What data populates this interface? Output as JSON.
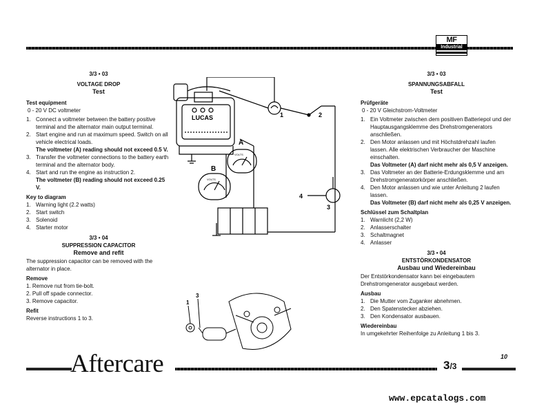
{
  "brand": {
    "logo_line1": "MF",
    "logo_line2": "Industrial"
  },
  "left": {
    "section": "3/3 • 03",
    "title": "VOLTAGE DROP",
    "subtitle": "Test",
    "equip_head": "Test equipment",
    "equip": "0 - 20 V DC voltmeter",
    "steps": [
      {
        "n": "1.",
        "t": "Connect a voltmeter between the battery positive terminal and the alternator main output terminal."
      },
      {
        "n": "2.",
        "t": "Start engine and run at maximum speed. Switch on all vehicle electrical loads."
      },
      {
        "n": "",
        "t": "The voltmeter (A) reading should not exceed 0.5 V.",
        "bold": true
      },
      {
        "n": "3.",
        "t": "Transfer the voltmeter connections to the battery earth terminal and the alternator body."
      },
      {
        "n": "4.",
        "t": "Start and run the engine as instruction 2."
      },
      {
        "n": "",
        "t": "The voltmeter (B) reading should not exceed  0.25 V.",
        "bold": true
      }
    ],
    "key_head": "Key to diagram",
    "key": [
      {
        "n": "1.",
        "t": "Warning light (2.2 watts)"
      },
      {
        "n": "2.",
        "t": "Start switch"
      },
      {
        "n": "3.",
        "t": "Solenoid"
      },
      {
        "n": "4.",
        "t": "Starter motor"
      }
    ],
    "section2": "3/3 • 04",
    "title2": "SUPPRESSION CAPACITOR",
    "subtitle2": "Remove and refit",
    "intro2": "The suppression capacitor can be removed with the alternator in place.",
    "remove_head": "Remove",
    "remove": [
      "1. Remove nut from tie-bolt.",
      "2. Pull off spade connector.",
      "3. Remove capacitor."
    ],
    "refit_head": "Refit",
    "refit": "Reverse instructions 1 to 3."
  },
  "right": {
    "section": "3/3 • 03",
    "title": "SPANNUNGSABFALL",
    "subtitle": "Test",
    "equip_head": "Prüfgeräte",
    "equip": "0 - 20 V Gleichstrom-Voltmeter",
    "steps": [
      {
        "n": "1.",
        "t": "Ein Voltmeter zwischen dem positiven Batteriepol und der Hauptausgangsklemme des Drehstromgenerators anschließen."
      },
      {
        "n": "2.",
        "t": "Den Motor anlassen und mit Höchstdrehzahl laufen lassen. Alle elektrischen Verbraucher der Maschine einschalten."
      },
      {
        "n": "",
        "t": "Das Voltmeter (A) darf nicht mehr als 0,5 V anzeigen.",
        "bold": true
      },
      {
        "n": "3.",
        "t": "Das Voltmeter an der Batterie-Erdungsklemme und am Drehstromgeneratorkörper anschließen."
      },
      {
        "n": "4.",
        "t": "Den Motor anlassen und wie unter Anleitung 2 laufen lassen."
      },
      {
        "n": "",
        "t": "Das Voltmeter (B) darf nicht mehr als 0,25 V anzeigen.",
        "bold": true
      }
    ],
    "key_head": "Schlüssel zum Schaltplan",
    "key": [
      {
        "n": "1.",
        "t": "Warnlicht (2,2 W)"
      },
      {
        "n": "2.",
        "t": "Anlasserschalter"
      },
      {
        "n": "3.",
        "t": "Schaltmagnet"
      },
      {
        "n": "4.",
        "t": "Anlasser"
      }
    ],
    "section2": "3/3 • 04",
    "title2": "ENTSTÖRKONDENSATOR",
    "subtitle2": "Ausbau und Wiedereinbau",
    "intro2": "Der Entstörkondensator kann bei eingebautem Drehstromgenerator ausgebaut werden.",
    "remove_head": "Ausbau",
    "remove": [
      {
        "n": "1.",
        "t": "Die Mutter vom Zuganker abnehmen."
      },
      {
        "n": "2.",
        "t": "Den Spatenstecker abziehen."
      },
      {
        "n": "3.",
        "t": "Den Kondensator ausbauen."
      }
    ],
    "refit_head": "Wiedereinbau",
    "refit": "In umgekehrter Reihenfolge zu Anleitung 1 bis 3."
  },
  "diagram": {
    "brand_label": "LUCAS",
    "meter_label": "VOLTS",
    "meter_a": "A",
    "meter_b": "B",
    "callouts": [
      "1",
      "2",
      "3",
      "4"
    ]
  },
  "footer": {
    "aftercare": "Aftercare",
    "page_main": "3",
    "page_sub": "/3",
    "page_number": "10",
    "url": "www.epcatalogs.com"
  }
}
